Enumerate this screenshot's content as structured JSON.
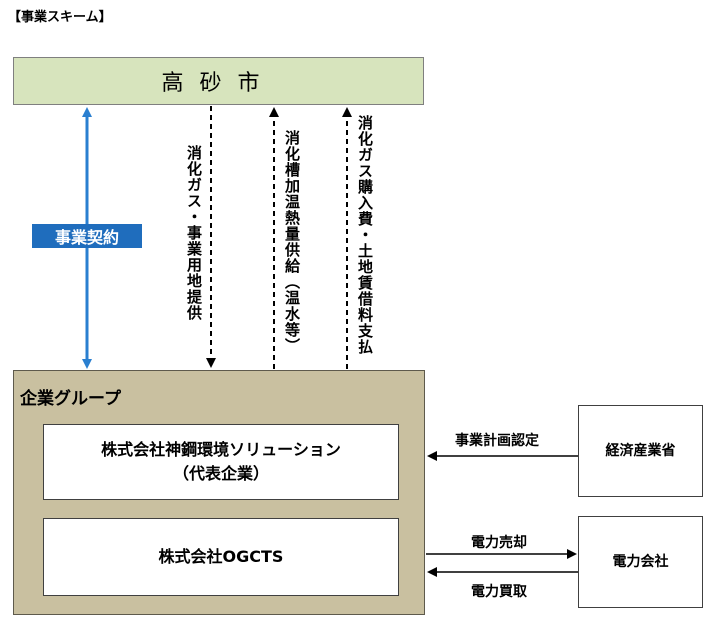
{
  "title": "【事業スキーム】",
  "city": "高砂市",
  "contract_label": "事業契約",
  "flows": {
    "to_group": "消化ガス・事業用地提供",
    "heat_supply": "消化槽加温熱量供給（温水等）",
    "payment": "消化ガス購入費・土地賃借料支払"
  },
  "group": {
    "label": "企業グループ",
    "kobelco_line1": "株式会社神鋼環境ソリューション",
    "kobelco_line2": "（代表企業）",
    "ogcts": "株式会社OGCTS"
  },
  "meti": "経済産業省",
  "epco": "電力会社",
  "plan_approval": "事業計画認定",
  "power_sale": "電力売却",
  "power_buy": "電力買取",
  "colors": {
    "city_fill": "#d7e4bd",
    "group_fill": "#c9c0a0",
    "contract_blue": "#1f6dbd"
  }
}
